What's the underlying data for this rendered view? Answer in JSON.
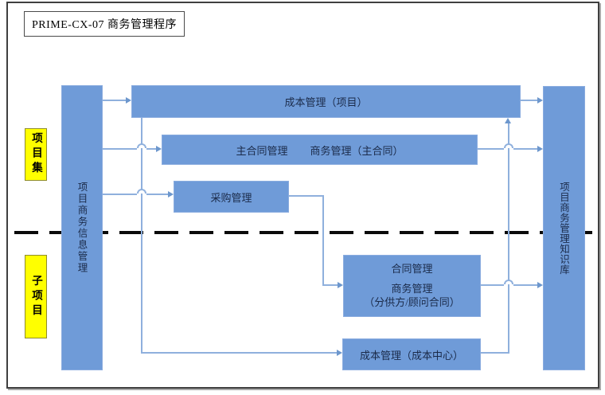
{
  "title": {
    "label": "PRIME-CX-07 商务管理程序"
  },
  "colors": {
    "box_blue": "#6f9bd8",
    "connector": "#8fb0dd",
    "arrowhead": "#6d97cd",
    "yellow": "#ffff00",
    "dash": "#0a0a0a",
    "text_dark": "#1b2b4a"
  },
  "row_labels": [
    {
      "label": "项目集"
    },
    {
      "label": "子项目"
    }
  ],
  "bars": {
    "left": {
      "label": "项目商务信息管理"
    },
    "right": {
      "label": "项目商务管理知识库"
    }
  },
  "boxes": {
    "cost_project": {
      "label": "成本管理（项目）"
    },
    "main_contract": {
      "label_left": "主合同管理",
      "label_right": "商务管理（主合同）"
    },
    "procurement": {
      "label": "采购管理"
    },
    "contract": {
      "line1": "合同管理",
      "line2": "商务管理",
      "line3": "（分供方/顾问合同）"
    },
    "cost_center": {
      "label": "成本管理（成本中心）"
    }
  }
}
